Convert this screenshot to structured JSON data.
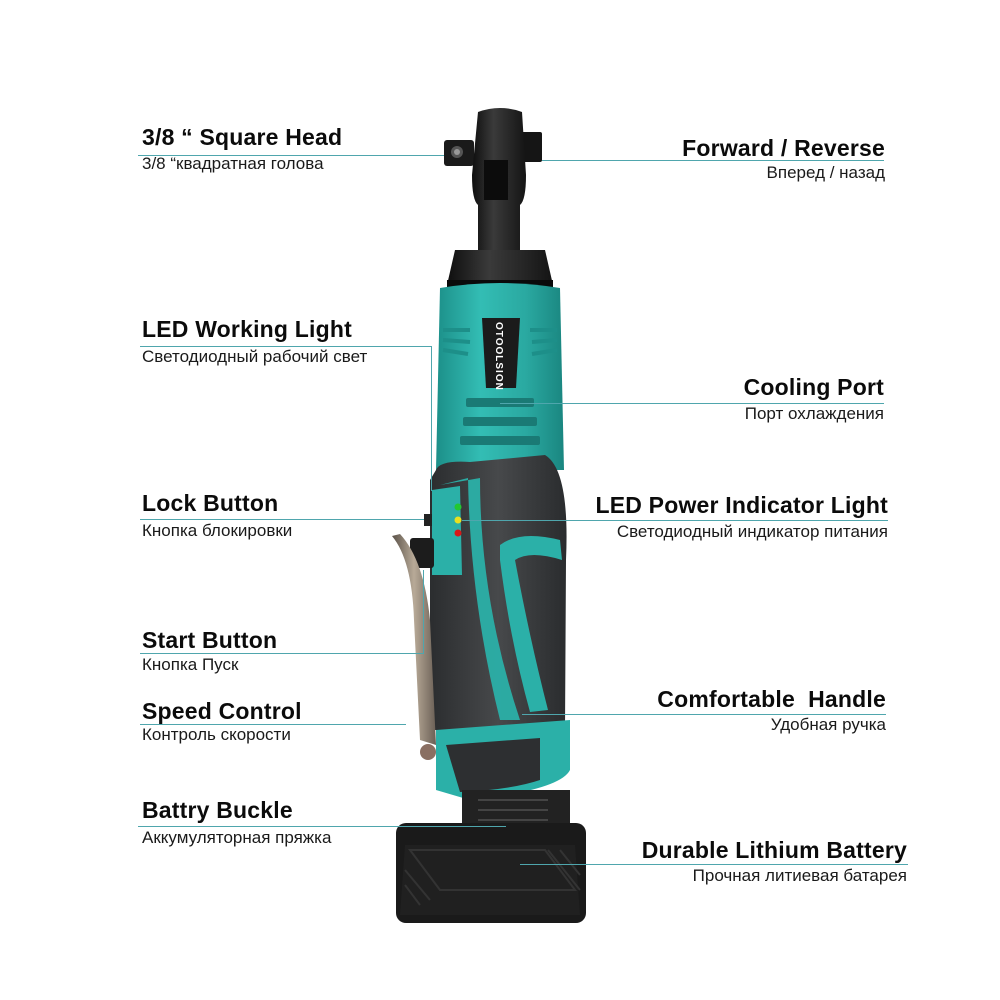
{
  "brand_logo": "OTOOLSION",
  "colors": {
    "teal_body": "#2bb0a8",
    "teal_dark": "#1c8f89",
    "grip_black": "#3b3d3f",
    "head_black": "#1e1e1e",
    "leader_line": "#4fa6ad",
    "led_green": "#22c832",
    "led_yellow": "#e8e020",
    "led_red": "#d81818"
  },
  "callouts": [
    {
      "id": "square-head",
      "en": "3/8 “ Square Head",
      "ru": "3/8 “квадратная голова"
    },
    {
      "id": "forward-reverse",
      "en": "Forward / Reverse",
      "ru": "Вперед / назад"
    },
    {
      "id": "led-working-light",
      "en": "LED Working Light",
      "ru": "Светодиодный рабочий свет"
    },
    {
      "id": "cooling-port",
      "en": "Cooling Port",
      "ru": "Порт охлаждения"
    },
    {
      "id": "lock-button",
      "en": "Lock Button",
      "ru": "Кнопка блокировки"
    },
    {
      "id": "led-power-indicator",
      "en": "LED Power Indicator Light",
      "ru": "Светодиодный индикатор питания"
    },
    {
      "id": "start-button",
      "en": "Start Button",
      "ru": "Кнопка Пуск"
    },
    {
      "id": "speed-control",
      "en": "Speed Control",
      "ru": "Контроль скорости"
    },
    {
      "id": "comfortable-handle",
      "en": "Comfortable  Handle",
      "ru": "Удобная ручка"
    },
    {
      "id": "battery-buckle",
      "en": "Battry Buckle",
      "ru": "Аккумуляторная пряжка"
    },
    {
      "id": "lithium-battery",
      "en": "Durable Lithium Battery",
      "ru": "Прочная литиевая батарея"
    }
  ]
}
